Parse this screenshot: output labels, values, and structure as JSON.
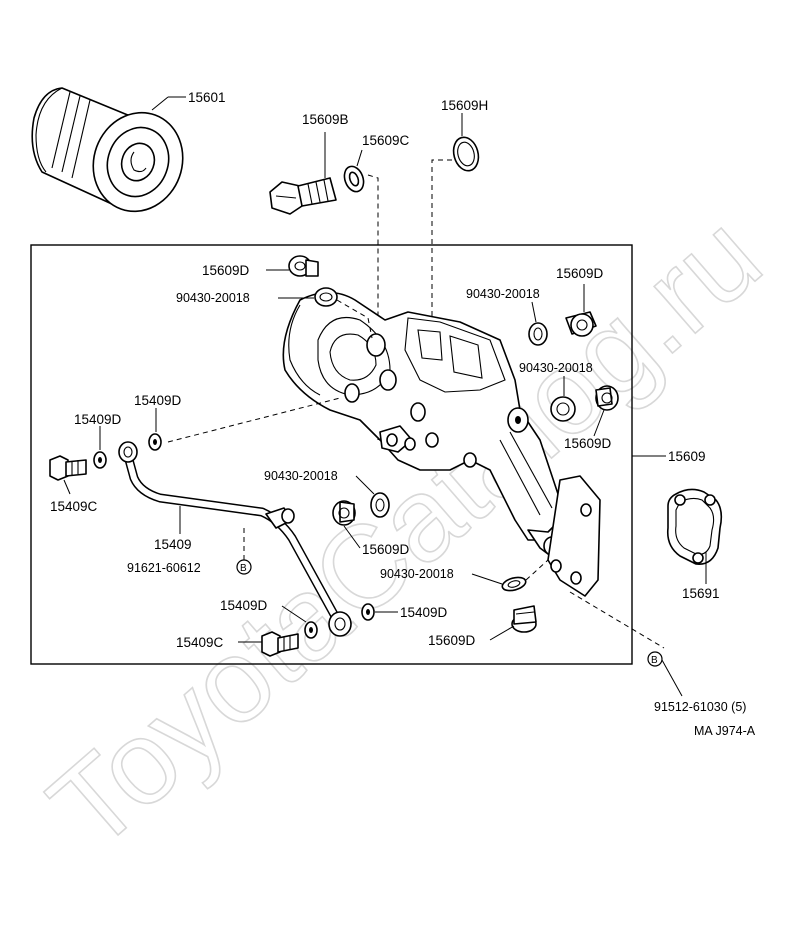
{
  "watermark": "ToyotaCatalog.ru",
  "labels": {
    "oil_filter": "15601",
    "union_bolt": "15609B",
    "gasket_upper": "15609C",
    "o_ring_upper": "15609H",
    "plug_top_left": "15609D",
    "gasket_top_left": "90430-20018",
    "gasket_top_right": "90430-20018",
    "plug_top_right": "15609D",
    "gasket_mid_right": "90430-20018",
    "plug_mid_right": "15609D",
    "gasket_center": "90430-20018",
    "plug_center": "15609D",
    "gasket_lower": "90430-20018",
    "plug_lower": "15609D",
    "pipe_gasket_upper": "15409D",
    "pipe_gasket_left": "15409D",
    "pipe_bolt_left": "15409C",
    "oil_pipe": "15409",
    "pipe_clamp_bolt": "91621-60612",
    "pipe_gasket_lower_left": "15409D",
    "pipe_gasket_lower_right": "15409D",
    "pipe_bolt_lower": "15409C",
    "bracket_assembly": "15609",
    "bracket_gasket": "15691",
    "mount_bolt": "91512-61030 (5)",
    "ref_marker": "B",
    "ref_code": "MA J974-A"
  }
}
